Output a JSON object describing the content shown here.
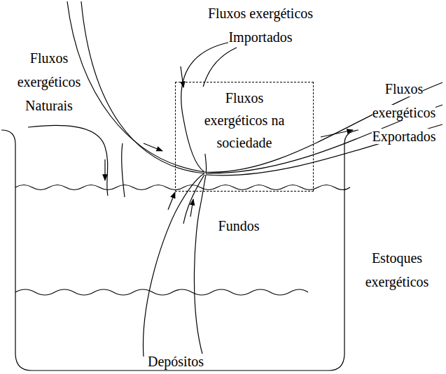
{
  "diagram": {
    "nodes": [
      {
        "text": [
          "Fluxos exergéticos na sociedade"
        ]
      }
    ],
    "labels": [
      "Fluxos exergéticos Importados",
      "Fluxos exergéticos Naturais",
      "Fluxos exergéticos Exportados",
      "Fundos",
      "Estoques exergéticos",
      "Depósitos"
    ]
  }
}
